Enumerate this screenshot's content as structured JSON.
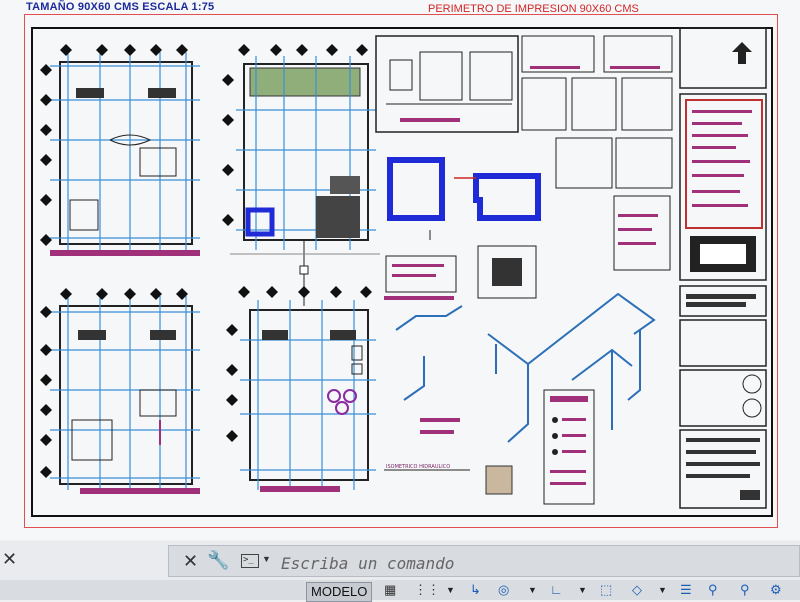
{
  "drawing": {
    "size_scale_title": "TAMAÑO  90X60 CMS ESCALA 1:75",
    "print_perimeter_label": "PERIMETRO DE IMPRESION 90X60 CMS",
    "isometric_label": "ISOMETRICO HIDRAULICO"
  },
  "command_line": {
    "close_icon": "close-icon",
    "customize_icon": "wrench-icon",
    "prompt_placeholder": "Escriba un comando"
  },
  "status_bar": {
    "model_tab_label": "MODELO"
  },
  "colors": {
    "frame_red": "#e05050",
    "title_blue": "#1d2a9a",
    "highlight_blue": "#1e2bd6",
    "grid_blue": "#3a8fd6",
    "annotation_magenta": "#a0307a"
  }
}
